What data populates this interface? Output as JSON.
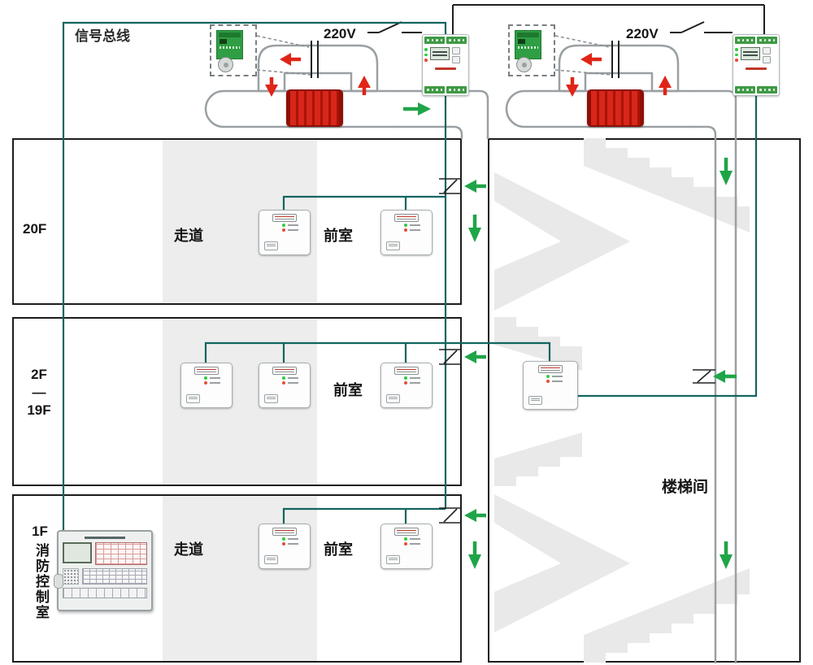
{
  "labels": {
    "signal_bus": "信号总线",
    "voltage_left": "220V",
    "voltage_right": "220V",
    "floor_20f": "20F",
    "floor_2f": "2F",
    "floor_range_dash": "—",
    "floor_19f": "19F",
    "floor_1f": "1F",
    "fire_control_room": "消防控制室",
    "corridor_20f": "走道",
    "corridor_1f": "走道",
    "vestibule_20f": "前室",
    "vestibule_2f": "前室",
    "vestibule_1f": "前室",
    "stairwell": "楼梯间"
  },
  "colors": {
    "signal_line": "#12655f",
    "power_line": "#1f1f1f",
    "green_arrow": "#1fa548",
    "red_arrow": "#e02418",
    "fan": "#d8261a",
    "duct_outline": "#9aa0a3",
    "floor_border": "#1c1c1c",
    "corridor_fill": "#ededed",
    "stair_fill": "#e9e9e9"
  },
  "icons": {
    "pressure_monitor": "wall-panel-with-leds",
    "supply_fan": "red-inline-fan",
    "damper": "double-line-damper",
    "sensor_module": "pcb-module-in-dashed-box",
    "power_switch": "knife-switch-symbol"
  }
}
